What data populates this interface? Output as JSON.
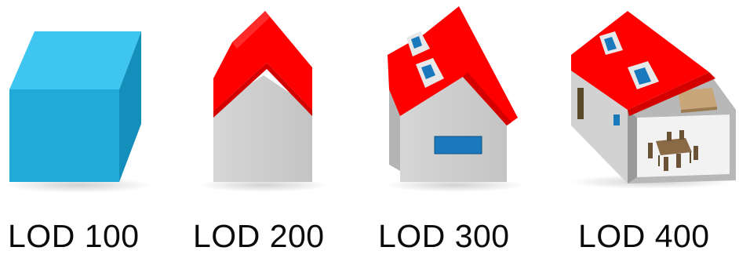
{
  "labels": {
    "lod100": "LOD 100",
    "lod200": "LOD 200",
    "lod300": "LOD 300",
    "lod400": "LOD 400"
  },
  "colors": {
    "box_front": "#21a9d8",
    "box_top": "#3fc6f0",
    "box_side": "#148fbb",
    "roof": "#ff0000",
    "roof_dark": "#d40000",
    "wall": "#c9c9c9",
    "wall_side": "#a9a9a9",
    "window": "#1a78bd"
  }
}
